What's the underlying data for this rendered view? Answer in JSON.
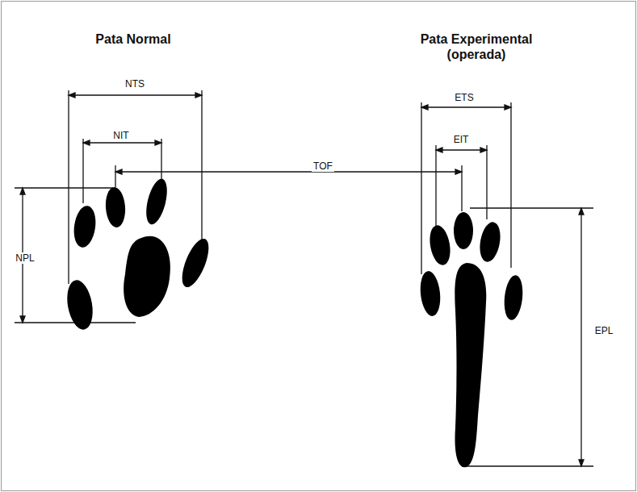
{
  "diagram": {
    "labels": [
      "Pata Normal",
      "Pata Experimental (operada)",
      "NTS",
      "NIT",
      "TOF",
      "NPL",
      "ETS",
      "EIT",
      "EPL"
    ]
  }
}
